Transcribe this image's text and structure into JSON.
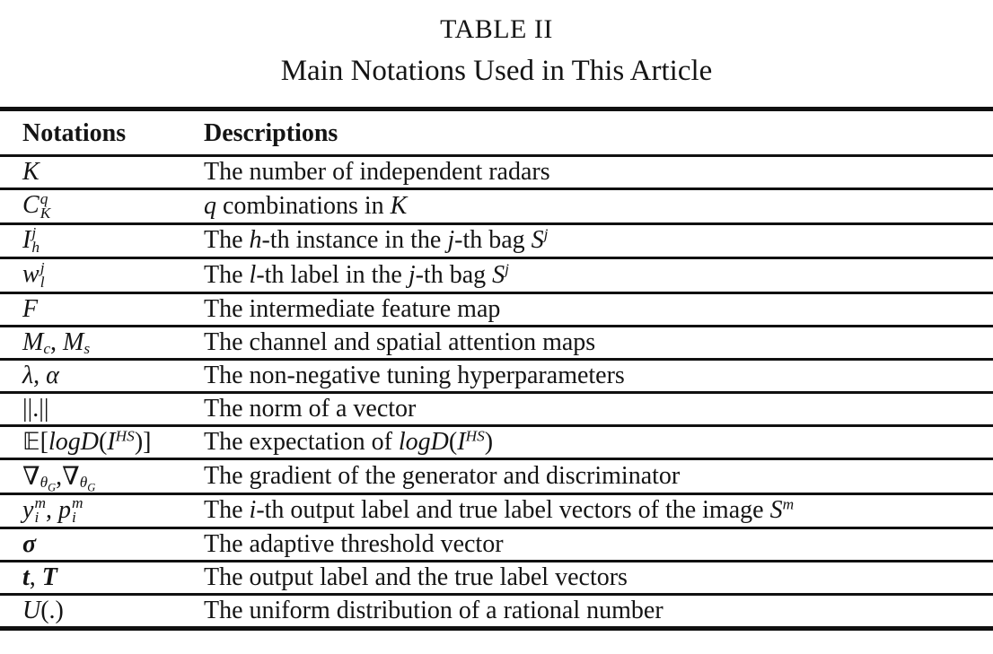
{
  "caption": {
    "label": "TABLE II",
    "title": "Main Notations Used in This Article"
  },
  "table": {
    "columns": [
      {
        "key": "notation",
        "label": "Notations"
      },
      {
        "key": "description",
        "label": "Descriptions"
      }
    ],
    "rows": [
      {
        "notation_text": "K",
        "notation_html": "<i>K</i>",
        "description_text": "The number of independent radars",
        "description_html": "The number of independent radars"
      },
      {
        "notation_text": "C^q_K",
        "notation_html": "<i>C</i><span class='ss'><span class='u'><i>q</i></span><span class='d'><i>K</i></span></span>",
        "description_text": "q combinations in K",
        "description_html": "<i>q</i> combinations in <i>K</i>"
      },
      {
        "notation_text": "I^j_h",
        "notation_html": "<i>I</i><span class='ss'><span class='u'><i>j</i></span><span class='d'><i>h</i></span></span>",
        "description_text": "The h-th instance in the j-th bag S^j",
        "description_html": "The <i>h</i>-th instance in the <i>j</i>-th bag <i>S</i><sup><i>j</i></sup>"
      },
      {
        "notation_text": "w^j_l",
        "notation_html": "<i>w</i><span class='ss'><span class='u'><i>j</i></span><span class='d'><i>l</i></span></span>",
        "description_text": "The l-th label in the j-th bag S^j",
        "description_html": "The <i>l</i>-th label in the <i>j</i>-th bag <i>S</i><sup><i>j</i></sup>"
      },
      {
        "notation_text": "F",
        "notation_html": "<i>F</i>",
        "description_text": "The intermediate feature map",
        "description_html": "The intermediate feature map"
      },
      {
        "notation_text": "M_c, M_s",
        "notation_html": "<i>M</i><sub><i>c</i></sub>, <i>M</i><sub><i>s</i></sub>",
        "description_text": "The channel and spatial attention maps",
        "description_html": "The channel and spatial attention maps"
      },
      {
        "notation_text": "λ, α",
        "notation_html": "<i>λ</i>, <i>α</i>",
        "description_text": "The non-negative tuning hyperparameters",
        "description_html": "The non-negative tuning hyperparameters"
      },
      {
        "notation_text": "||.||",
        "notation_html": "||.||",
        "description_text": "The norm of a vector",
        "description_html": "The norm of a vector"
      },
      {
        "notation_text": "E[logD(I^HS)]",
        "notation_html": "<span class='bb'>𝔼</span>[<i>logD</i>(<i>I</i><sup><i>HS</i></sup>)]",
        "description_text": "The expectation of logD(I^HS)",
        "description_html": "The expectation of <i>logD</i>(<i>I</i><sup><i>HS</i></sup>)"
      },
      {
        "notation_text": "∇_θG,∇_θG",
        "notation_html": "∇<sub><i>θ</i><sub><i>G</i></sub></sub>,∇<sub><i>θ</i><sub><i>G</i></sub></sub>",
        "description_text": "The gradient of the generator and discriminator",
        "description_html": "The gradient of the generator and discriminator"
      },
      {
        "notation_text": "y^m_i, p^m_i",
        "notation_html": "<i>y</i><span class='ss'><span class='u'><i>m</i></span><span class='d'><i>i</i></span></span>, <i>p</i><span class='ss'><span class='u'><i>m</i></span><span class='d'><i>i</i></span></span>",
        "description_text": "The i-th output label and true label vectors of the image S^m",
        "description_html": "The <i>i</i>-th output label and true label vectors of the image <i>S</i><sup><i>m</i></sup>"
      },
      {
        "notation_text": "σ",
        "notation_html": "<b><i>σ</i></b>",
        "description_text": "The adaptive threshold vector",
        "description_html": "The adaptive threshold vector"
      },
      {
        "notation_text": "t, T",
        "notation_html": "<b><i>t</i></b>, <b><i>T</i></b>",
        "description_text": "The output label and the true label vectors",
        "description_html": "The output label and the true label vectors"
      },
      {
        "notation_text": "U(.)",
        "notation_html": "<i>U</i>(.)",
        "description_text": "The uniform distribution of a rational number",
        "description_html": "The uniform distribution of a rational number"
      }
    ]
  },
  "colors": {
    "background": "#ffffff",
    "text": "#141414",
    "rule": "#101010"
  }
}
